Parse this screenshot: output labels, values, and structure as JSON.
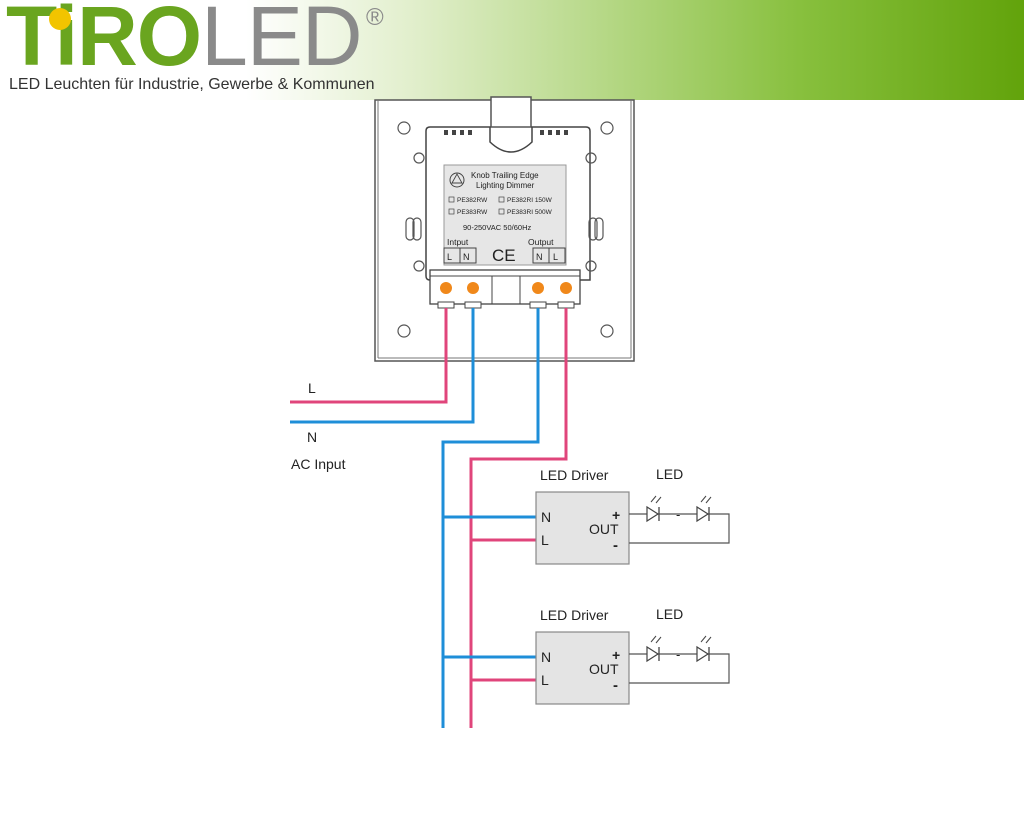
{
  "brand": {
    "logo_bold": "TiRO",
    "logo_thin": "LED",
    "registered": "®",
    "tagline": "LED Leuchten für Industrie, Gewerbe & Kommunen"
  },
  "dimmer": {
    "label_title_1": "Knob Trailing Edge",
    "label_title_2": "Lighting Dimmer",
    "models": [
      "PE382RW",
      "PE382RI 150W",
      "PE383RW",
      "PE383RI 500W"
    ],
    "rating": "90-250VAC 50/60Hz",
    "input_label": "Intput",
    "output_label": "Output",
    "input_terms": [
      "L",
      "N"
    ],
    "output_terms": [
      "N",
      "L"
    ],
    "ce_mark": "CE"
  },
  "ac_input": {
    "l": "L",
    "n": "N",
    "caption": "AC Input"
  },
  "drivers": [
    {
      "title": "LED Driver",
      "led_label": "LED",
      "term_n": "N",
      "term_l": "L",
      "out": "OUT",
      "plus": "+",
      "minus": "-",
      "separator": "-"
    },
    {
      "title": "LED Driver",
      "led_label": "LED",
      "term_n": "N",
      "term_l": "L",
      "out": "OUT",
      "plus": "+",
      "minus": "-",
      "separator": "-"
    }
  ],
  "colors": {
    "live": "#e0457b",
    "neutral": "#1e8ed8",
    "terminal": "#f0881a",
    "brand_green": "#6aa51f"
  }
}
